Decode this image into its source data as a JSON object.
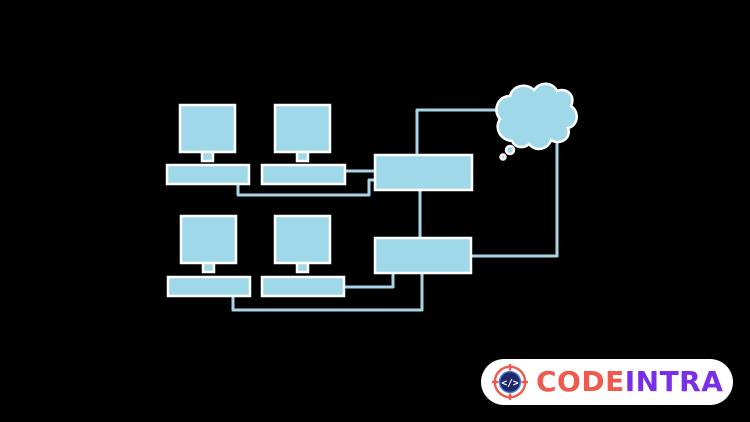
{
  "diagram": {
    "colors": {
      "background": "#000000",
      "fill": "#9fd8e8",
      "stroke": "#ffffff",
      "connector": "#a8d4e6"
    },
    "nodes": [
      {
        "id": "computer-1",
        "kind": "desktop-computer"
      },
      {
        "id": "computer-2",
        "kind": "desktop-computer"
      },
      {
        "id": "computer-3",
        "kind": "desktop-computer"
      },
      {
        "id": "computer-4",
        "kind": "desktop-computer"
      },
      {
        "id": "switch-top",
        "kind": "network-device"
      },
      {
        "id": "switch-bottom",
        "kind": "network-device"
      },
      {
        "id": "cloud",
        "kind": "internet-cloud"
      }
    ]
  },
  "brand": {
    "logo_icon": "code-target-icon",
    "name_part1": "CODE",
    "name_part2": "INTRA",
    "colors": {
      "part1": "#f05a4e",
      "part2": "#7a2ee6",
      "badge_bg": "#ffffff"
    }
  }
}
